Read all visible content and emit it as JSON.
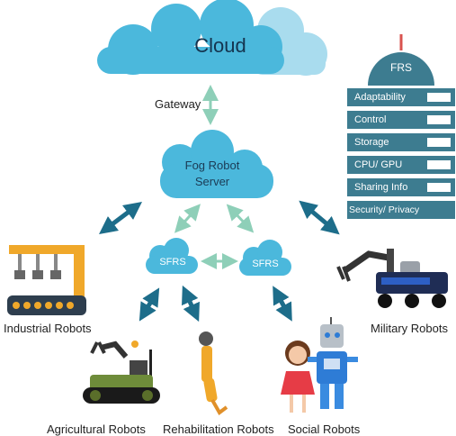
{
  "cloud": {
    "label": "Cloud",
    "color": "#4bb8dc"
  },
  "gateway": {
    "label": "Gateway"
  },
  "fog_server": {
    "label_line1": "Fog Robot",
    "label_line2": "Server"
  },
  "sfrs": [
    {
      "label": "SFRS"
    },
    {
      "label": "SFRS"
    }
  ],
  "frs": {
    "title": "FRS",
    "rows": [
      "Adaptability",
      "Control",
      "Storage",
      "CPU/ GPU",
      "Sharing Info",
      "Security/ Privacy"
    ],
    "color": "#3d7c90"
  },
  "robots": {
    "industrial": "Industrial Robots",
    "military": "Military Robots",
    "agricultural": "Agricultural Robots",
    "rehabilitation": "Rehabilitation Robots",
    "social": "Social Robots"
  },
  "colors": {
    "arrow_light": "#8ecfb8",
    "arrow_dark": "#1d6d8a"
  }
}
